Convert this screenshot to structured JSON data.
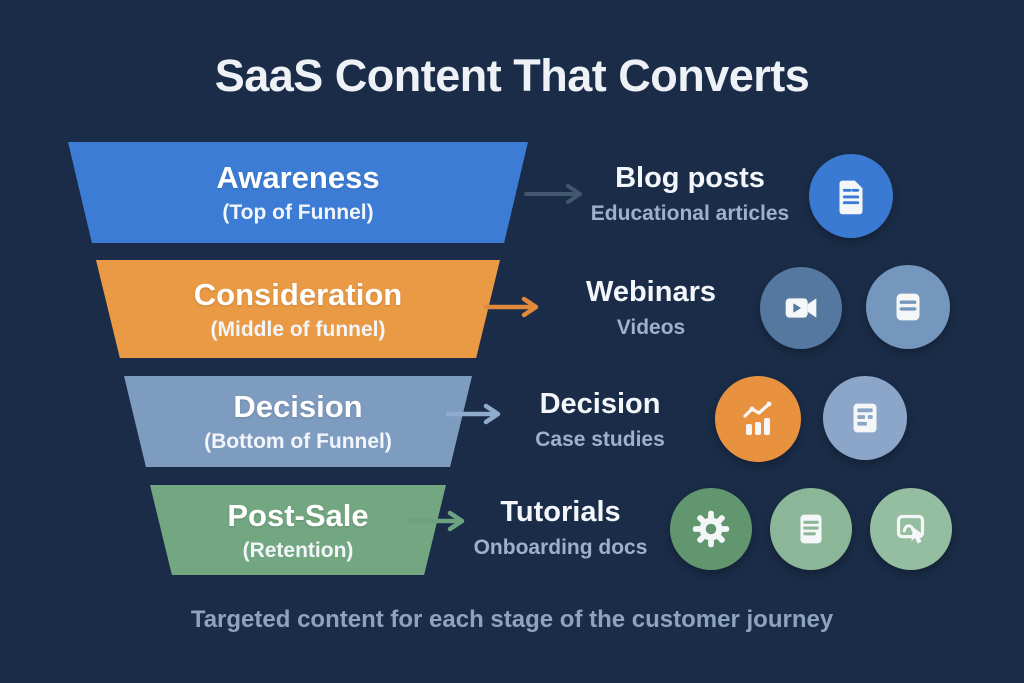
{
  "page": {
    "title": "SaaS Content That Converts",
    "caption": "Targeted content for each stage of the customer journey",
    "background_color": "#1a2c47",
    "title_color": "#eef2f7",
    "caption_color": "#8da3c0"
  },
  "funnel": {
    "stages": [
      {
        "label": "Awareness",
        "sublabel": "(Top of Funnel)",
        "color": "#3c7cd4"
      },
      {
        "label": "Consideration",
        "sublabel": "(Middle of funnel)",
        "color": "#ea9a44"
      },
      {
        "label": "Decision",
        "sublabel": "(Bottom of Funnel)",
        "color": "#7e9cc0"
      },
      {
        "label": "Post-Sale",
        "sublabel": "(Retention)",
        "color": "#73a781"
      }
    ]
  },
  "content_rows": [
    {
      "title": "Blog posts",
      "subtitle": "Educational articles",
      "arrow_color": "#42586f",
      "icons": [
        {
          "name": "document-icon",
          "color": "#3a7ad2"
        }
      ]
    },
    {
      "title": "Webinars",
      "subtitle": "Videos",
      "arrow_color": "#e0883c",
      "icons": [
        {
          "name": "video-camera-icon",
          "color": "#54789f"
        },
        {
          "name": "note-icon",
          "color": "#7597bd"
        }
      ]
    },
    {
      "title": "Decision",
      "subtitle": "Case studies",
      "arrow_color": "#8fabcd",
      "icons": [
        {
          "name": "bar-chart-icon",
          "color": "#e8923f"
        },
        {
          "name": "report-icon",
          "color": "#8ca6c9"
        }
      ]
    },
    {
      "title": "Tutorials",
      "subtitle": "Onboarding docs",
      "arrow_color": "#6da280",
      "icons": [
        {
          "name": "gear-icon",
          "color": "#61966f"
        },
        {
          "name": "document-lines-icon",
          "color": "#8cb698"
        },
        {
          "name": "interactive-demo-icon",
          "color": "#95bda0"
        }
      ]
    }
  ]
}
